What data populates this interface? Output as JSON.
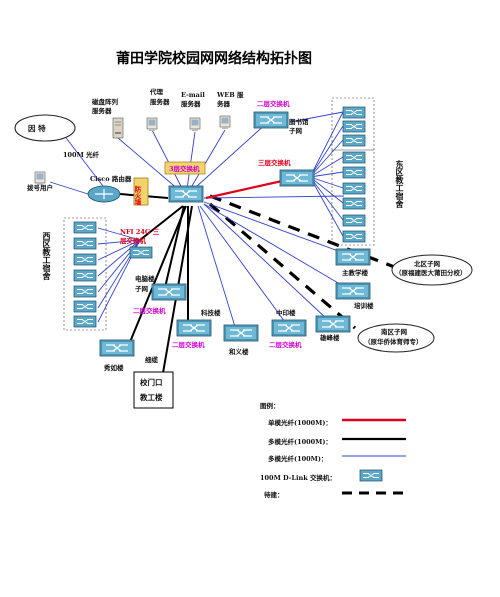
{
  "title": "莆田学院校园网网络结构拓扑图",
  "internet_cloud": "因 特",
  "link_100m": "100M 光纤",
  "router": "Cisco 路由器",
  "dialup_user": "拨号用户",
  "firewall": "防火墙",
  "servers": {
    "disk_array": [
      "磁盘阵列",
      "服务器"
    ],
    "proxy": [
      "代理",
      "服务器"
    ],
    "email": [
      "E-mail",
      "服务器"
    ],
    "web": [
      "WEB 服",
      "务器"
    ]
  },
  "core_switch": "3层交换机",
  "library": {
    "switch": "二层交换机",
    "name": [
      "图书馆",
      "子网"
    ]
  },
  "east_three_layer": "三层交换机",
  "east_label": "东区教工宿舍",
  "nfi_switch": [
    "NFI 24G 三",
    "层交换机"
  ],
  "west_label": "西区教工宿舍",
  "computer_building": [
    "电脑楼",
    "子网"
  ],
  "layer2_labels": {
    "computer": "二层交换机",
    "science": "二层交换机",
    "middle": "二层交换机"
  },
  "buildings": {
    "science": "科技楼",
    "middle_printing": "中印楼",
    "heyi": "和义楼",
    "xiongfeng": "雄峰楼",
    "xiuru": "秀如楼",
    "main_teaching": "主教学楼",
    "training": "培训楼"
  },
  "fine_cable": "细缆",
  "gate_box": [
    "校门口",
    "教工楼"
  ],
  "north_subnet": [
    "北区子网",
    "（原福建医大莆田分校）"
  ],
  "south_subnet": [
    "南区子网",
    "（原华侨体育师专）"
  ],
  "legend": {
    "title": "图例：",
    "single_mode": "单模光纤(1000M)：",
    "multi_mode_1000": "多模光纤(1000M)：",
    "multi_mode_100": "多模光纤(100M)：",
    "dlink": "100M D-Link 交换机：",
    "lease": "待建："
  },
  "colors": {
    "single_mode": "#e0001a",
    "multi_mode_1000": "#000000",
    "multi_mode_100": "#3344cc",
    "switch_fill": "#5aa7c7"
  }
}
